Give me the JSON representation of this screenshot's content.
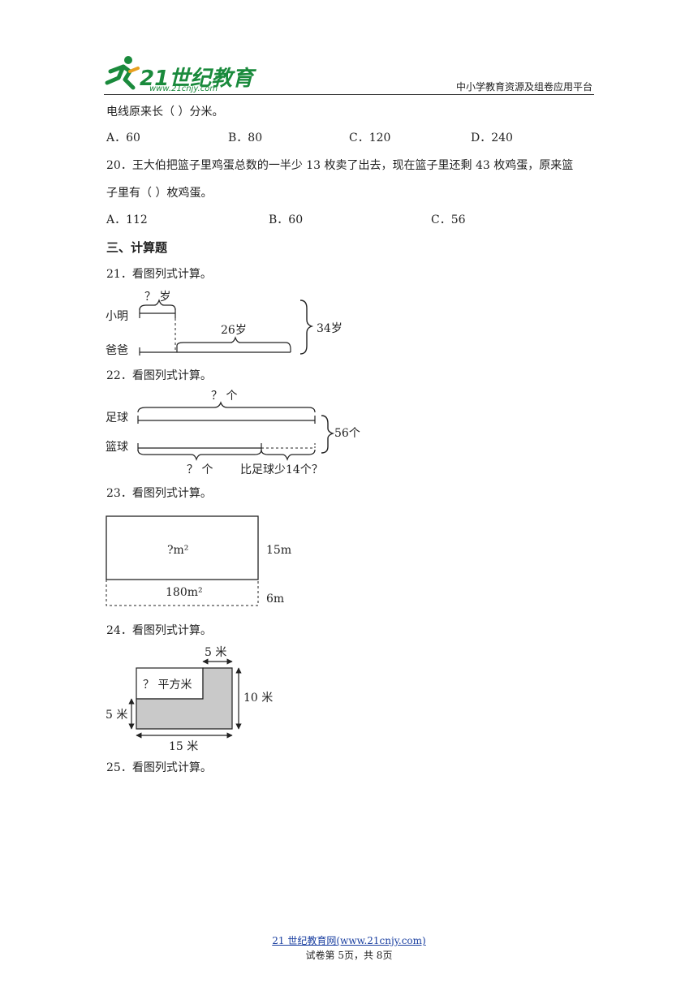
{
  "header": {
    "logo_text": "21世纪教育",
    "logo_url": "www.21cnjy.com",
    "platform": "中小学教育资源及组卷应用平台"
  },
  "q19": {
    "tail": "电线原来长（    ）分米。",
    "options": [
      "A．60",
      "B．80",
      "C．120",
      "D．240"
    ]
  },
  "q20": {
    "line1": "20．王大伯把篮子里鸡蛋总数的一半少 13 枚卖了出去，现在篮子里还剩 43 枚鸡蛋，原来篮",
    "line2": "子里有（    ）枚鸡蛋。",
    "options": [
      "A．112",
      "B．60",
      "C．56"
    ]
  },
  "section3": {
    "title": "三、计算题"
  },
  "q21": {
    "prompt": "21．看图列式计算。",
    "xiaoming": "小明",
    "baba": "爸爸",
    "unknown": "？ 岁",
    "diff": "26岁",
    "total": "34岁"
  },
  "q22": {
    "prompt": "22．看图列式计算。",
    "football": "足球",
    "basketball": "篮球",
    "top_unknown": "？ 个",
    "total": "56个",
    "bottom_unknown": "？ 个",
    "less": "比足球少14个？"
  },
  "q23": {
    "prompt": "23．看图列式计算。",
    "top_area": "?m²",
    "bottom_area": "180m²",
    "h1": "15m",
    "h2": "6m"
  },
  "q24": {
    "prompt": "24．看图列式计算。",
    "top_width": "5 米",
    "area_unknown": "？ 平方米",
    "height": "10 米",
    "left_height": "5 米",
    "bottom_width": "15 米"
  },
  "q25": {
    "prompt": "25．看图列式计算。"
  },
  "footer": {
    "link": "21 世纪教育网(www.21cnjy.com)",
    "page": "试卷第 5页，共 8页"
  }
}
